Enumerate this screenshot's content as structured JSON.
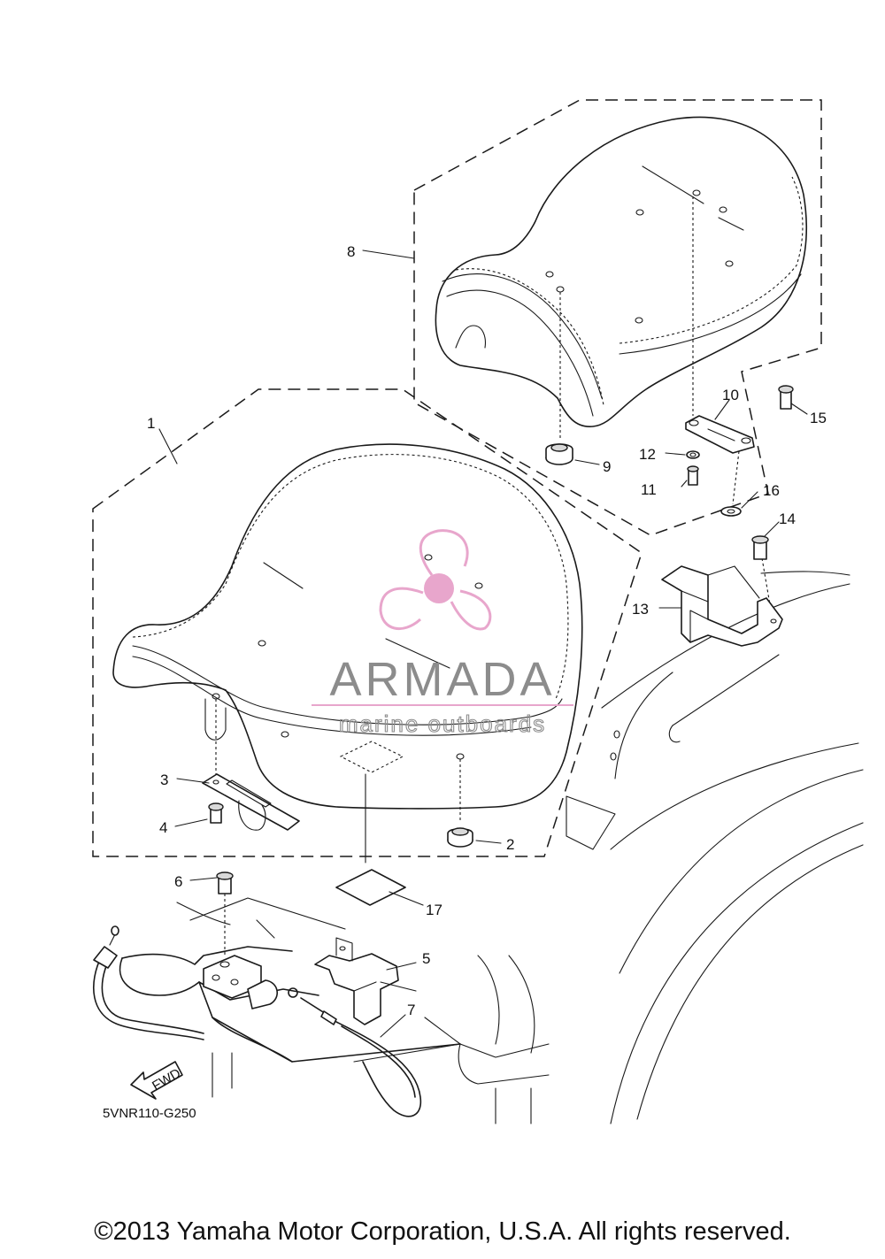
{
  "diagram": {
    "callouts": [
      {
        "id": "1",
        "label": "1"
      },
      {
        "id": "2",
        "label": "2"
      },
      {
        "id": "3",
        "label": "3"
      },
      {
        "id": "4",
        "label": "4"
      },
      {
        "id": "5",
        "label": "5"
      },
      {
        "id": "6",
        "label": "6"
      },
      {
        "id": "7",
        "label": "7"
      },
      {
        "id": "8",
        "label": "8"
      },
      {
        "id": "9",
        "label": "9"
      },
      {
        "id": "10",
        "label": "10"
      },
      {
        "id": "11",
        "label": "11"
      },
      {
        "id": "12",
        "label": "12"
      },
      {
        "id": "13",
        "label": "13"
      },
      {
        "id": "14",
        "label": "14"
      },
      {
        "id": "15",
        "label": "15"
      },
      {
        "id": "16",
        "label": "16"
      },
      {
        "id": "17",
        "label": "17"
      }
    ],
    "fwd_label": "FWD",
    "drawing_code": "5VNR110-G250"
  },
  "watermark": {
    "brand": "ARMADA",
    "tagline": "marine outboards",
    "colors": {
      "pink": "#e8a6cc",
      "gray": "#8c8c8c"
    }
  },
  "footer": {
    "copyright": "©2013 Yamaha Motor Corporation, U.S.A. All rights reserved."
  }
}
